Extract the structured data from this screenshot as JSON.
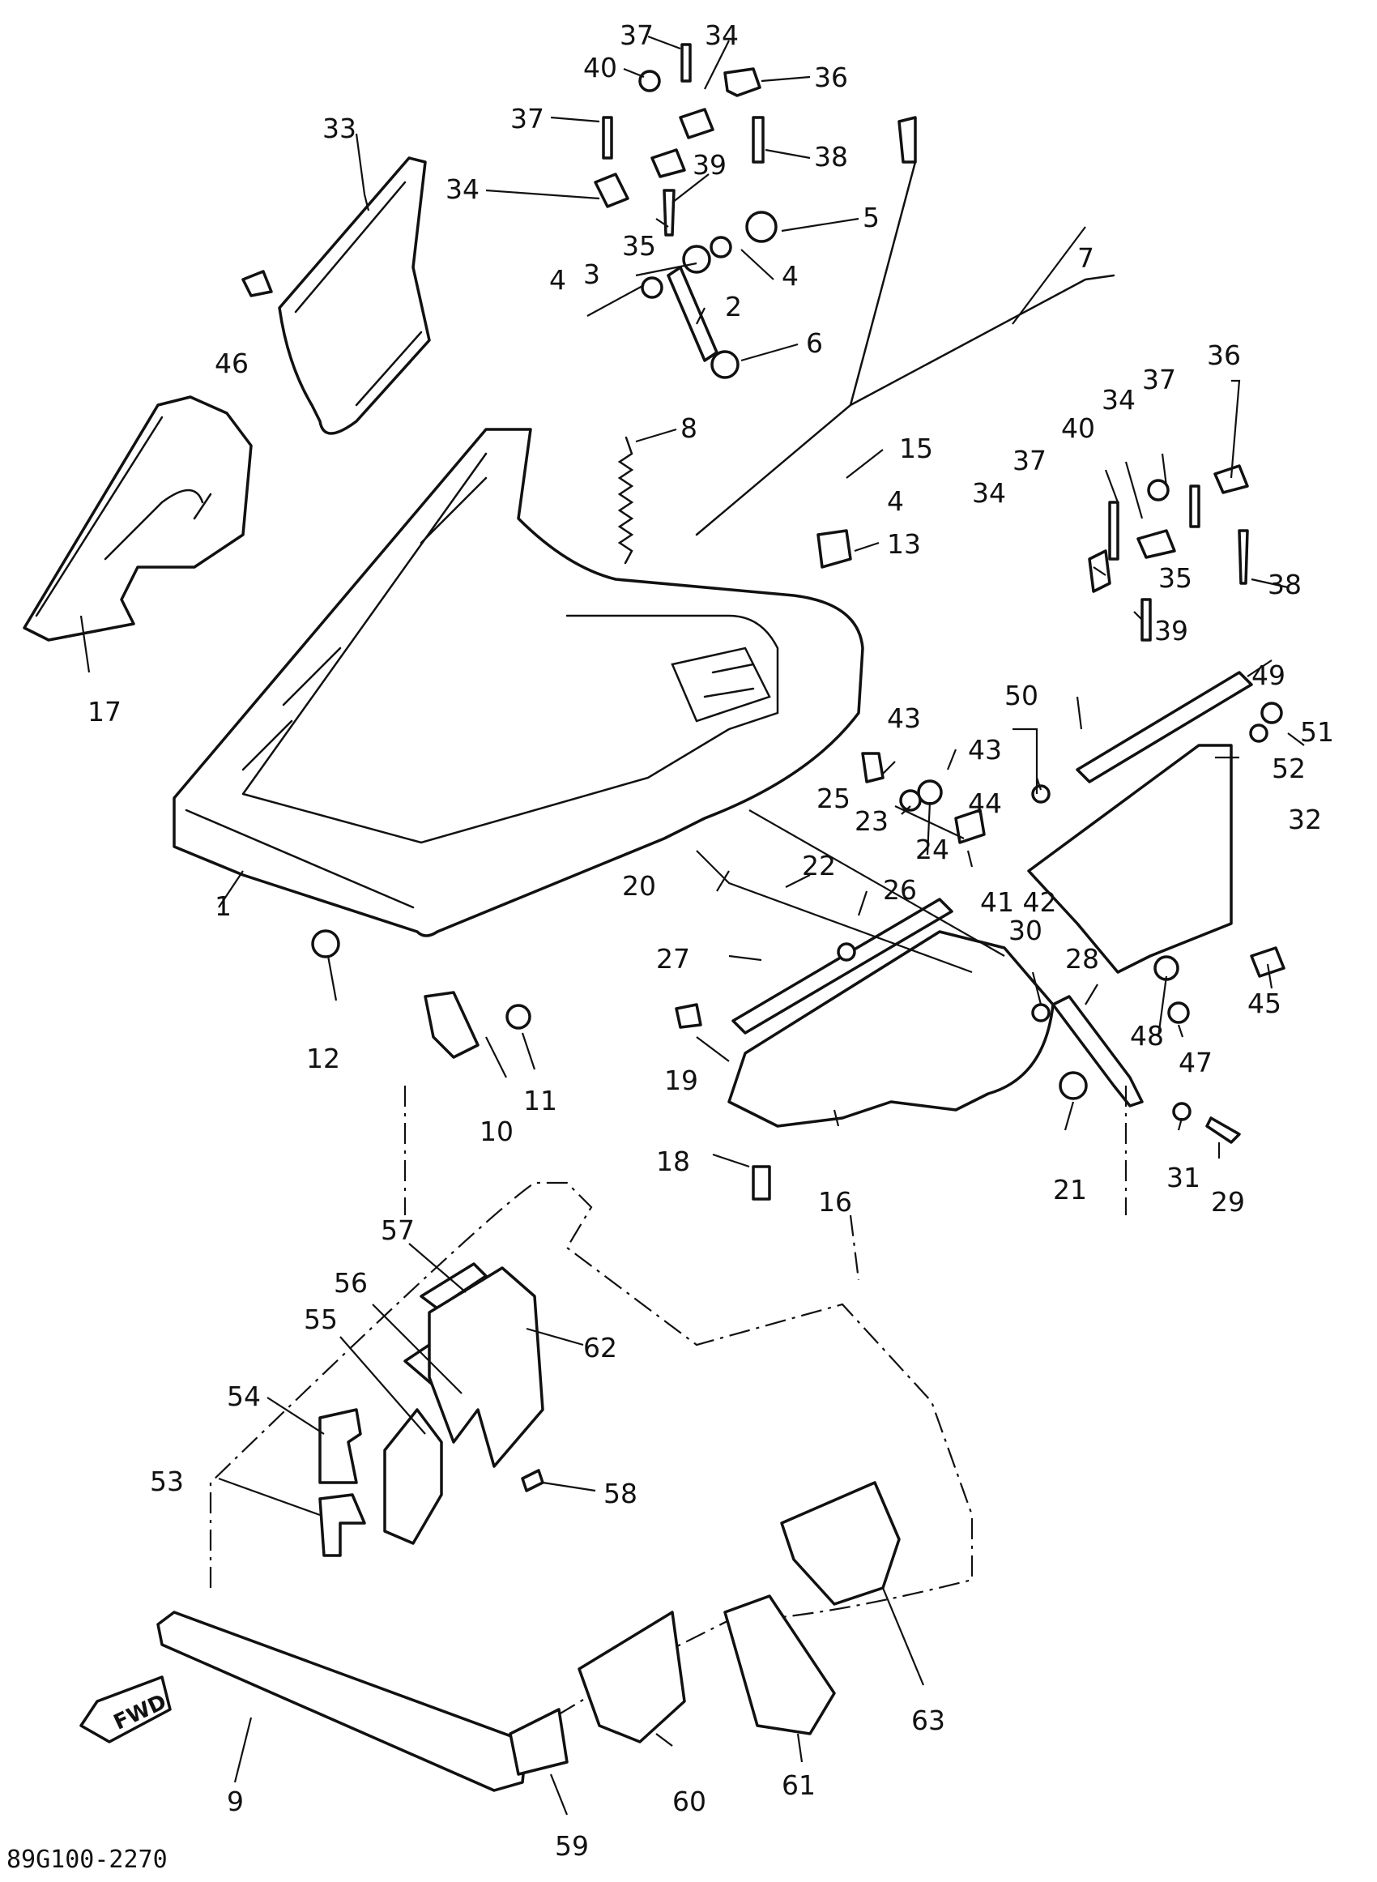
{
  "diagram": {
    "drawing_code": "89G100-2270",
    "fwd_label": "FWD",
    "callouts": {
      "c1": "1",
      "c2": "2",
      "c3": "3",
      "c4a": "4",
      "c4b": "4",
      "c4c": "4",
      "c5": "5",
      "c6": "6",
      "c7": "7",
      "c8": "8",
      "c9": "9",
      "c10": "10",
      "c11": "11",
      "c12": "12",
      "c13": "13",
      "c15": "15",
      "c16": "16",
      "c17": "17",
      "c18": "18",
      "c19": "19",
      "c20": "20",
      "c21": "21",
      "c22": "22",
      "c23": "23",
      "c24": "24",
      "c25": "25",
      "c26": "26",
      "c27": "27",
      "c28": "28",
      "c29": "29",
      "c30": "30",
      "c31": "31",
      "c32": "32",
      "c33": "33",
      "c34a": "34",
      "c34b": "34",
      "c34c": "34",
      "c34d": "34",
      "c35a": "35",
      "c35b": "35",
      "c36a": "36",
      "c36b": "36",
      "c37a": "37",
      "c37b": "37",
      "c37c": "37",
      "c37d": "37",
      "c38a": "38",
      "c38b": "38",
      "c39a": "39",
      "c39b": "39",
      "c40a": "40",
      "c40b": "40",
      "c4142": "41 42",
      "c43a": "43",
      "c43b": "43",
      "c44": "44",
      "c45": "45",
      "c46": "46",
      "c47": "47",
      "c48": "48",
      "c49": "49",
      "c50": "50",
      "c51": "51",
      "c52": "52",
      "c53": "53",
      "c54": "54",
      "c55": "55",
      "c56": "56",
      "c57": "57",
      "c58": "58",
      "c59": "59",
      "c60": "60",
      "c61": "61",
      "c62": "62",
      "c63": "63"
    }
  }
}
